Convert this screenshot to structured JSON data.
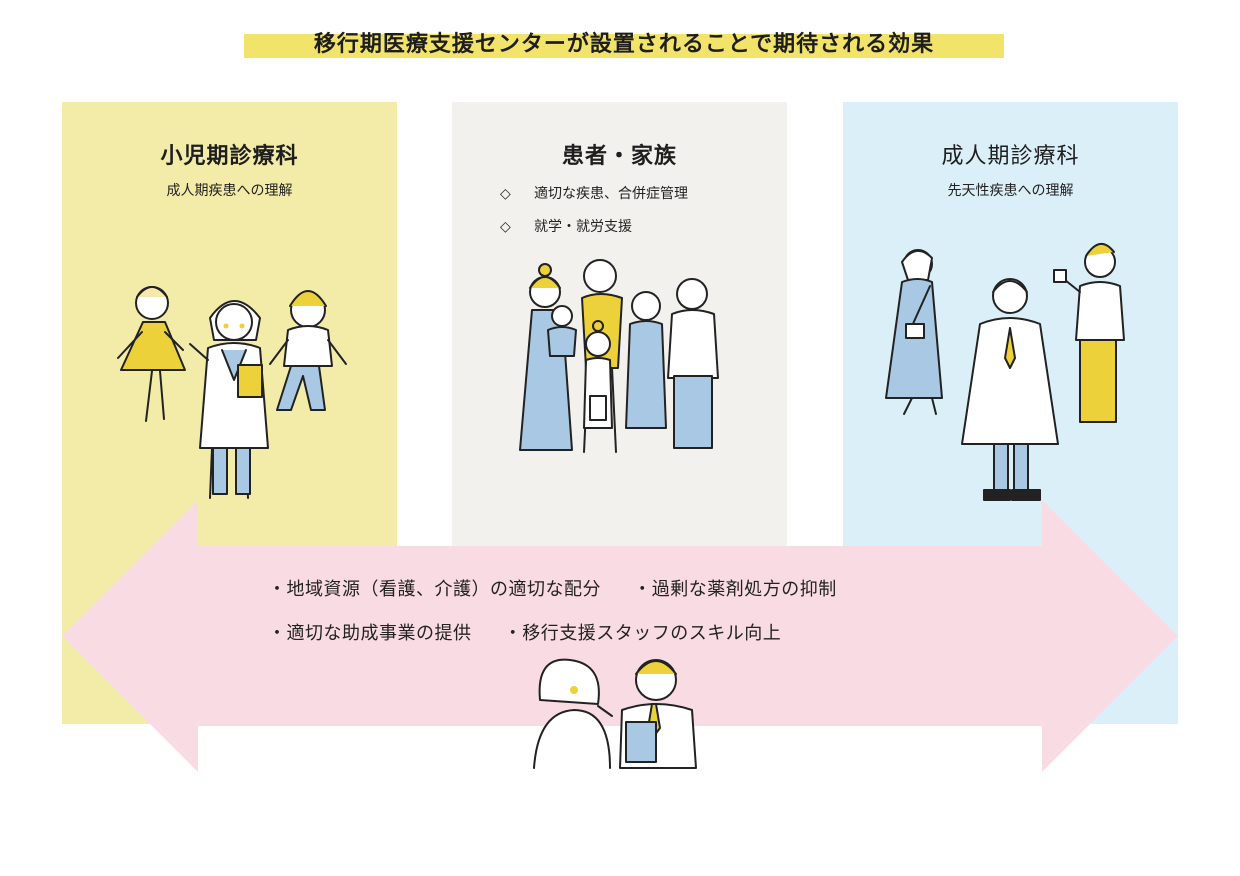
{
  "title": "移行期医療支援センターが設置されることで期待される効果",
  "panels": {
    "left": {
      "title": "小児期診療科",
      "subtitle": "成人期疾患への理解"
    },
    "center": {
      "title": "患者・家族",
      "bullet_mark": "◇",
      "bullets": [
        "適切な疾患、合併症管理",
        "就学・就労支援"
      ]
    },
    "right": {
      "title": "成人期診療科",
      "subtitle": "先天性疾患への理解"
    }
  },
  "effects": {
    "row1": [
      "・地域資源（看護、介護）の適切な配分",
      "・過剰な薬剤処方の抑制"
    ],
    "row2": [
      "・適切な助成事業の提供",
      "・移行支援スタッフのスキル向上"
    ]
  },
  "colors": {
    "highlight": "#f2e36b",
    "left_panel": "#f3eca8",
    "center_panel": "#f3f1ed",
    "right_panel": "#dbeff8",
    "arrow": "#f9dbe4",
    "accent_yellow": "#ecd13b",
    "accent_blue": "#a9c8e3"
  },
  "icons": [
    "doctor-icon",
    "child-icon",
    "family-icon",
    "adult-doctor-icon",
    "consultation-icon"
  ]
}
